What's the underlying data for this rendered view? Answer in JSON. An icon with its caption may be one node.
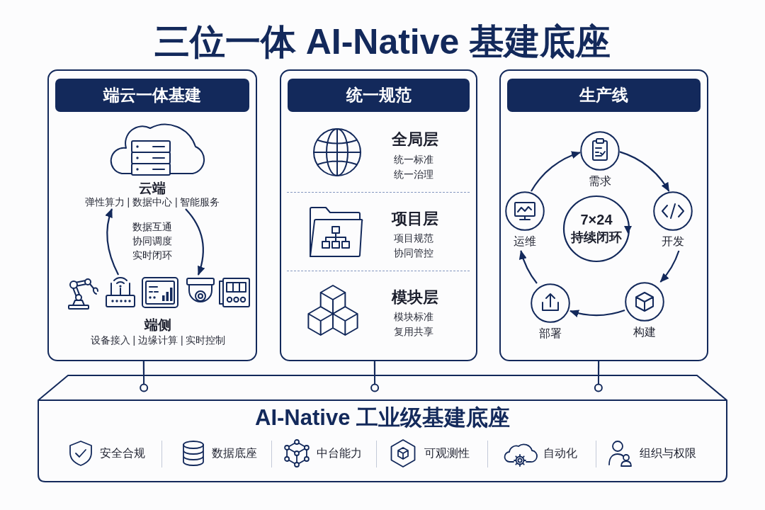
{
  "diagram": {
    "title": "三位一体 AI-Native 基建底座",
    "nodes": [
      {
        "text": [
          "端云一体基建"
        ]
      },
      {
        "text": [
          "云端",
          "弹性算力 | 数据中心 | 智能服务"
        ],
        "in": 0
      },
      {
        "text": [
          "端侧",
          "设备接入 | 边缘计算 | 实时控制"
        ],
        "in": 0
      },
      {
        "text": [
          "统一规范"
        ]
      },
      {
        "text": [
          "全局层",
          "统一标准统一治理"
        ],
        "in": 3
      },
      {
        "text": [
          "项目层",
          "项目规范协同管控"
        ],
        "in": 3
      },
      {
        "text": [
          "模块层",
          "模块标准复用共享"
        ],
        "in": 3
      },
      {
        "text": [
          "生产线"
        ]
      },
      {
        "text": [
          "需求"
        ],
        "in": 7
      },
      {
        "text": [
          "开发"
        ],
        "in": 7
      },
      {
        "text": [
          "构建"
        ],
        "in": 7
      },
      {
        "text": [
          "部署"
        ],
        "in": 7
      },
      {
        "text": [
          "运维"
        ],
        "in": 7
      },
      {
        "text": [
          "7×24",
          "持续闭环"
        ],
        "in": 7
      },
      {
        "text": [
          "AI-Native 工业级基建底座"
        ]
      }
    ],
    "edges": [
      {
        "from": 2,
        "to": 1,
        "arrow": "to"
      },
      {
        "from": 1,
        "to": 2,
        "arrow": "to"
      },
      {
        "from": 8,
        "to": 9,
        "arrow": "to"
      },
      {
        "from": 9,
        "to": 10,
        "arrow": "to"
      },
      {
        "from": 10,
        "to": 11,
        "arrow": "to"
      },
      {
        "from": 11,
        "to": 12,
        "arrow": "to"
      },
      {
        "from": 12,
        "to": 8,
        "arrow": "to"
      },
      {
        "from": 0,
        "to": 14,
        "arrow": "other"
      },
      {
        "from": 3,
        "to": 14,
        "arrow": "other"
      },
      {
        "from": 7,
        "to": 14,
        "arrow": "other"
      }
    ],
    "labels": [
      "数据互通协同调度实时闭环",
      "安全合规",
      "数据底座",
      "中台能力",
      "可观测性",
      "自动化",
      "组织与权限"
    ]
  }
}
